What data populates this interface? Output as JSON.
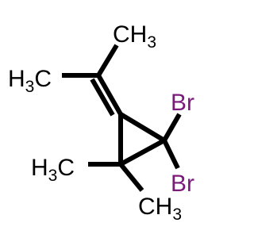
{
  "colors": {
    "background": "#ffffff",
    "bond": "#000000",
    "carbon_label": "#000000",
    "bromine_label": "#7a1a7a"
  },
  "labels": {
    "top_methyl": {
      "main": "CH",
      "sub": "3"
    },
    "left_methyl": {
      "main": "H",
      "sub": "3",
      "tail": "C"
    },
    "ring_methyl_left": {
      "main": "H",
      "sub": "3",
      "tail": "C"
    },
    "ring_methyl_bottom": {
      "main": "CH",
      "sub": "3"
    },
    "bromine_top": "Br",
    "bromine_bottom": "Br"
  }
}
